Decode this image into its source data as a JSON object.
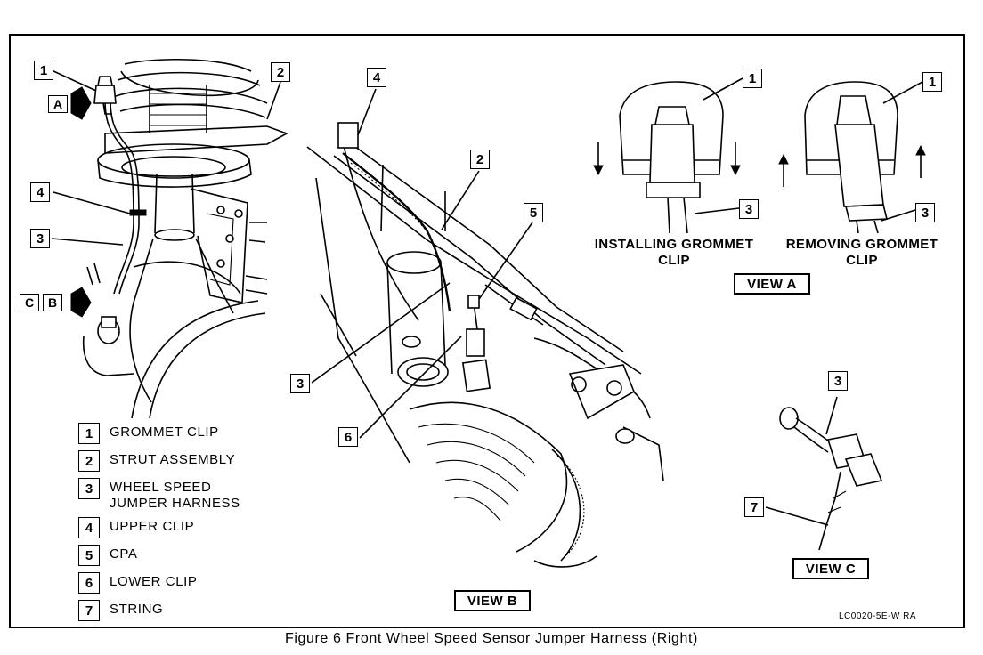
{
  "callouts": {
    "main_1": "1",
    "main_2": "2",
    "main_4": "4",
    "main_3": "3",
    "viewb_4": "4",
    "viewb_2": "2",
    "viewb_5": "5",
    "viewb_3": "3",
    "viewb_6": "6",
    "viewa_left_1": "1",
    "viewa_left_3": "3",
    "viewa_right_1": "1",
    "viewa_right_3": "3",
    "viewc_3": "3",
    "viewc_7": "7"
  },
  "view_arrows": {
    "a": "A",
    "c": "C",
    "b": "B"
  },
  "legend": [
    {
      "num": "1",
      "text": "GROMMET CLIP"
    },
    {
      "num": "2",
      "text": "STRUT ASSEMBLY"
    },
    {
      "num": "3",
      "text": "WHEEL SPEED JUMPER HARNESS"
    },
    {
      "num": "4",
      "text": "UPPER CLIP"
    },
    {
      "num": "5",
      "text": "CPA"
    },
    {
      "num": "6",
      "text": "LOWER CLIP"
    },
    {
      "num": "7",
      "text": "STRING"
    }
  ],
  "view_a": {
    "installing_line1": "INSTALLING GROMMET",
    "installing_line2": "CLIP",
    "removing_line1": "REMOVING GROMMET",
    "removing_line2": "CLIP",
    "label": "VIEW A"
  },
  "view_b": {
    "label": "VIEW B"
  },
  "view_c": {
    "label": "VIEW C"
  },
  "drawing_code": "LC0020-5E-W RA",
  "figure_caption": "Figure 6 Front Wheel Speed Sensor Jumper Harness (Right)"
}
